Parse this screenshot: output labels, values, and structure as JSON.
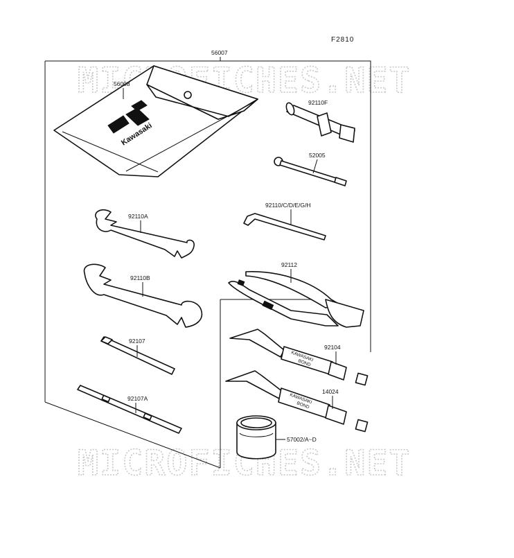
{
  "figure_code": "F2810",
  "watermark": "MICROFICHES.NET",
  "kit_label": "56007",
  "pouch": {
    "label": "56008",
    "brand": "Kawasaki"
  },
  "parts": [
    {
      "id": "92110F"
    },
    {
      "id": "52005"
    },
    {
      "id": "92110/C/D/E/G/H"
    },
    {
      "id": "92110A"
    },
    {
      "id": "92112"
    },
    {
      "id": "92110B"
    },
    {
      "id": "92107"
    },
    {
      "id": "92104",
      "tube_text": [
        "KAWASAKI",
        "BOND"
      ]
    },
    {
      "id": "14024",
      "tube_text": [
        "KAWASAKI",
        "BOND"
      ]
    },
    {
      "id": "92107A"
    },
    {
      "id": "57002/A~D"
    }
  ]
}
